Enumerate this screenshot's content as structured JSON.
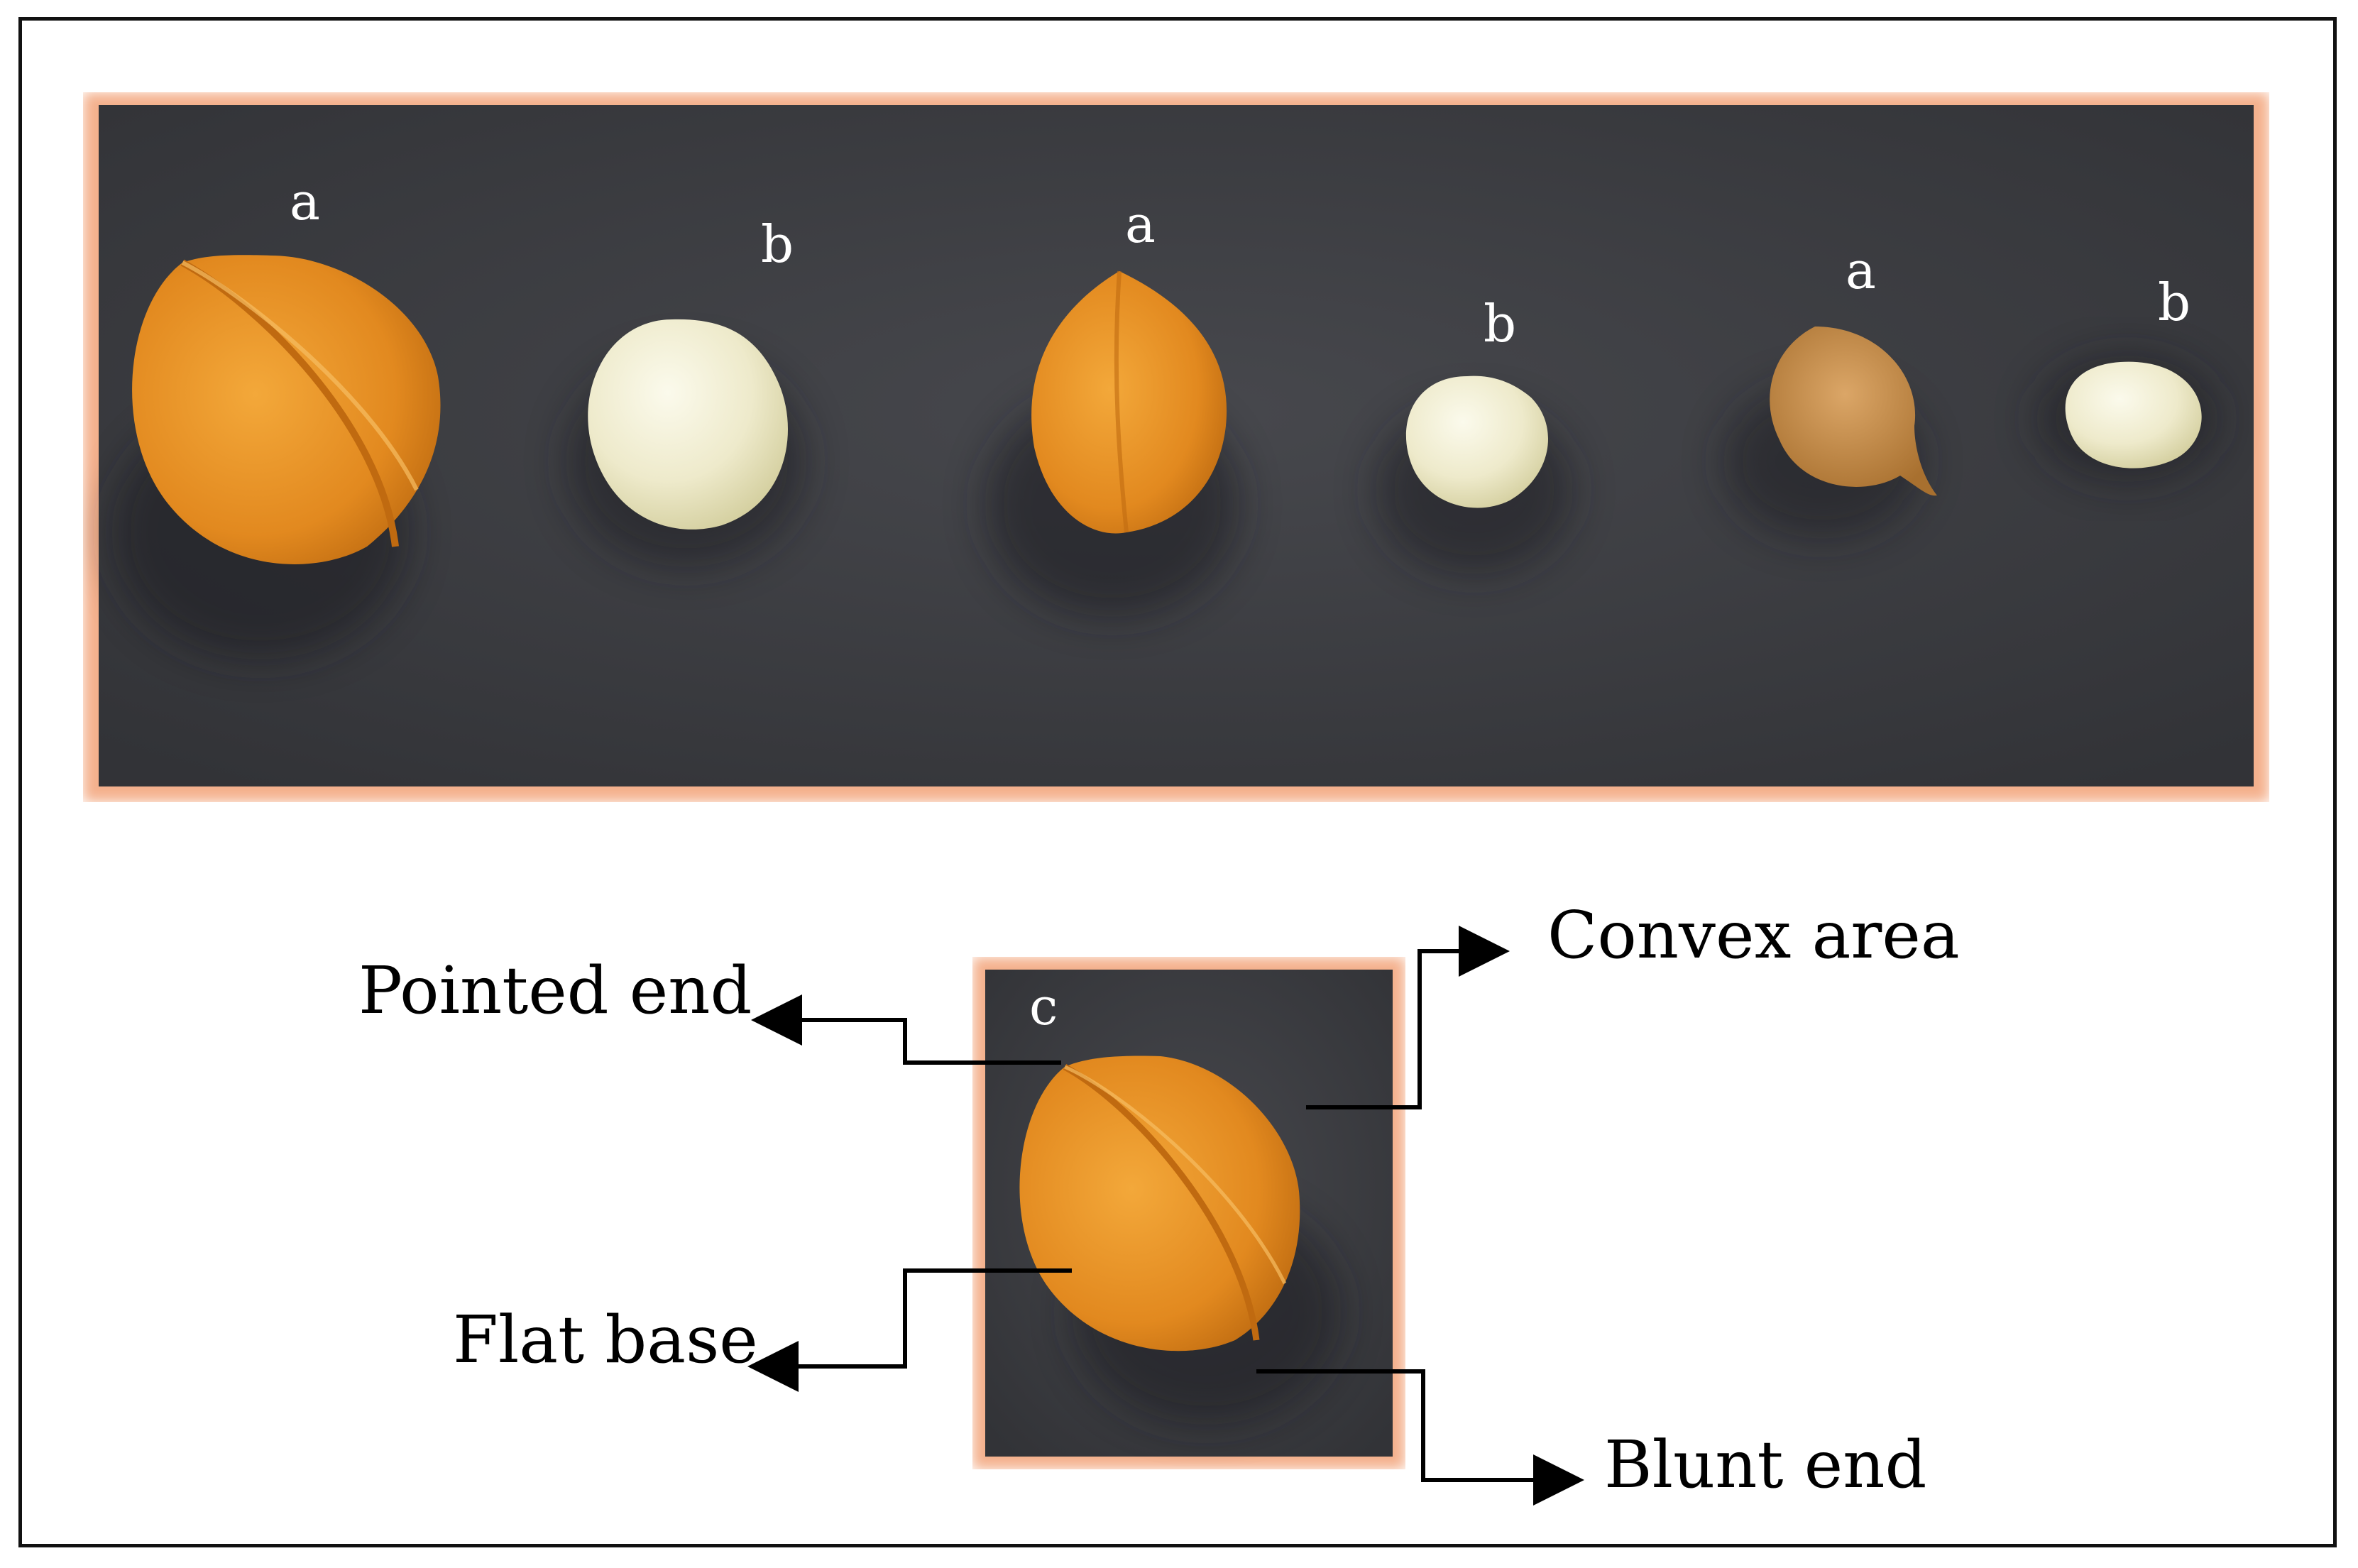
{
  "figure": {
    "top_panel": {
      "seed_labels": [
        "a",
        "b",
        "a",
        "b",
        "a",
        "b"
      ]
    },
    "detail_panel": {
      "label": "c",
      "annotations": {
        "pointed_end": "Pointed end",
        "convex_area": "Convex area",
        "flat_base": "Flat base",
        "blunt_end": "Blunt end"
      }
    }
  },
  "colors": {
    "background_board": "#3b3c40",
    "panel_glow": "#f4b08c",
    "ginkgo_shell": "#e8962a",
    "kernel": "#ece9c9",
    "dried_seed": "#c48a4a",
    "line": "#000000",
    "label_text": "#ffffff"
  }
}
